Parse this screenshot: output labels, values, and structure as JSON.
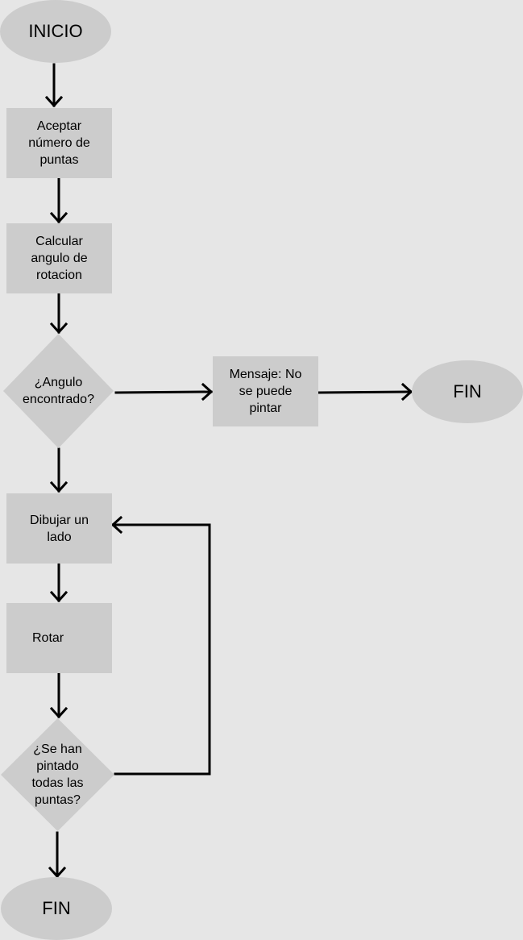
{
  "nodes": {
    "start": "INICIO",
    "accept_points": "Aceptar\nnúmero de\npuntas",
    "calc_angle": "Calcular\nangulo de\nrotacion",
    "angle_found": "¿Angulo\nencontrado?",
    "cannot_paint": "Mensaje: No\nse puede\npintar",
    "end_right": "FIN",
    "draw_side": "Dibujar un\nlado",
    "rotate": "Rotar",
    "all_points_painted": "¿Se  han\npintado\ntodas  las\npuntas?",
    "end_bottom": "FIN"
  },
  "colors": {
    "background": "#e6e6e6",
    "shape_fill": "#cccccc",
    "connector": "#000000"
  }
}
